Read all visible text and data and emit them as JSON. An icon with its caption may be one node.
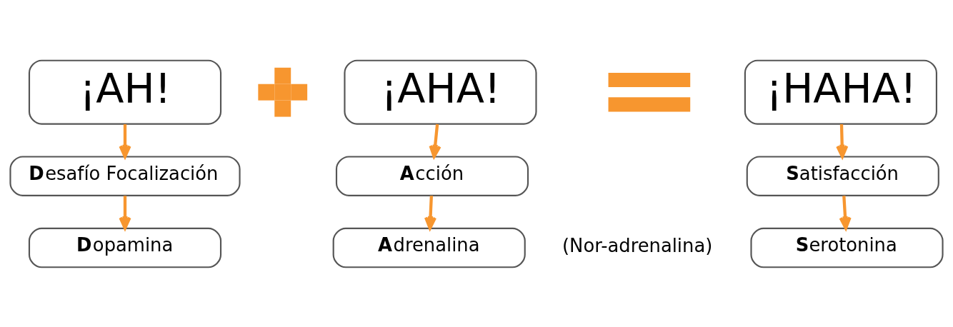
{
  "diagram": {
    "nodes": [
      {
        "text": [
          "¡AH!"
        ]
      },
      {
        "text": [],
        "shape": "plus"
      },
      {
        "text": [
          "¡AHA!"
        ]
      },
      {
        "text": [],
        "shape": "equals"
      },
      {
        "text": [
          "¡HAHA!"
        ]
      },
      {
        "text": [
          "**D**esafío Focalización"
        ]
      },
      {
        "text": [
          "**A**cción"
        ]
      },
      {
        "text": [
          "**S**atisfacción"
        ]
      },
      {
        "text": [
          "**D**opamina"
        ]
      },
      {
        "text": [
          "**A**drenalina"
        ],
        "beside": [
          "(Nor-adrenalina)"
        ]
      },
      {
        "text": [
          "**S**erotonina"
        ]
      }
    ],
    "edges": [
      {
        "from": 0,
        "to": 5,
        "arrow": "to"
      },
      {
        "from": 5,
        "to": 8,
        "arrow": "to"
      },
      {
        "from": 2,
        "to": 6,
        "arrow": "to"
      },
      {
        "from": 6,
        "to": 9,
        "arrow": "to"
      },
      {
        "from": 4,
        "to": 7,
        "arrow": "to"
      },
      {
        "from": 7,
        "to": 10,
        "arrow": "to"
      }
    ]
  }
}
